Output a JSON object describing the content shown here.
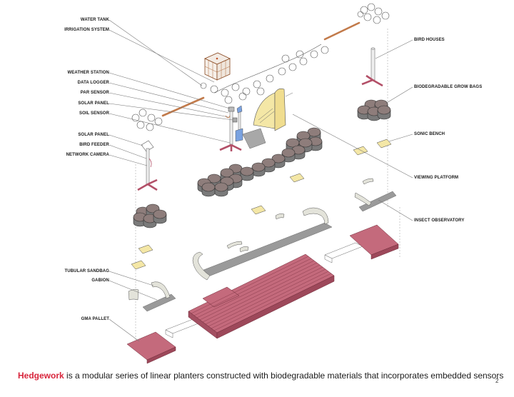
{
  "page": {
    "number": "2"
  },
  "caption": {
    "brand": "Hedgework",
    "text": " is a modular series of linear planters constructed with biodegradable materials that incorporates embedded sensors"
  },
  "colors": {
    "brand": "#d8243b",
    "pallet": "#c46a7c",
    "grow_bag": "#8e7d7b",
    "bench": "#f4e7a6",
    "pipe": "#c27a4a",
    "observatory": "#f4e7a6",
    "sensor_blue": "#7aa2e0"
  },
  "labels_left": [
    {
      "id": "water-tank",
      "text": "WATER TANK"
    },
    {
      "id": "irrigation-system",
      "text": "IRRIGATION SYSTEM"
    },
    {
      "id": "weather-station",
      "text": "WEATHER STATION"
    },
    {
      "id": "data-logger",
      "text": "DATA LOGGER"
    },
    {
      "id": "par-sensor",
      "text": "PAR SENSOR"
    },
    {
      "id": "solar-panel-1",
      "text": "SOLAR PANEL"
    },
    {
      "id": "soil-sensor",
      "text": "SOIL SENSOR"
    },
    {
      "id": "solar-panel-2",
      "text": "SOLAR PANEL"
    },
    {
      "id": "bird-feeder",
      "text": "BIRD FEEDER"
    },
    {
      "id": "network-camera",
      "text": "NETWORK CAMERA"
    },
    {
      "id": "tubular-sandbag",
      "text": "TUBULAR SANDBAG"
    },
    {
      "id": "gabion",
      "text": "GABION"
    },
    {
      "id": "gma-pallet",
      "text": "GMA PALLET"
    }
  ],
  "labels_right": [
    {
      "id": "bird-houses",
      "text": "BIRD HOUSES"
    },
    {
      "id": "biodegradable-grow-bags",
      "text": "BIODEGRADABLE GROW BAGS"
    },
    {
      "id": "sonic-bench",
      "text": "SONIC BENCH"
    },
    {
      "id": "viewing-platform",
      "text": "VIEWING PLATFORM"
    },
    {
      "id": "insect-observatory",
      "text": "INSECT OBSERVATORY"
    }
  ]
}
